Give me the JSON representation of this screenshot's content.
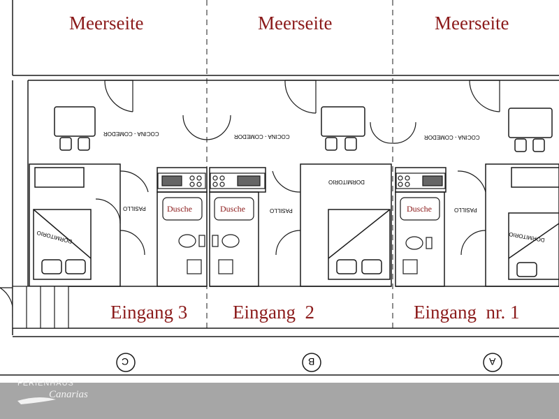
{
  "sea_labels": [
    "Meerseite",
    "Meerseite",
    "Meerseite"
  ],
  "entrances": [
    "Eingang 3",
    "Eingang  2",
    "Eingang  nr. 1"
  ],
  "shower_labels": [
    "Dusche",
    "Dusche",
    "Dusche"
  ],
  "room_labels": {
    "kitchen": "COCINA - COMEDOR",
    "hallway": "PASILLO",
    "bedroom": "DORMITORIO"
  },
  "grid_markers": [
    "C",
    "B",
    "A"
  ],
  "logo": {
    "line1": "FERIENHAUS",
    "line2": "Canarias"
  },
  "colors": {
    "label_red": "#8b1a1a",
    "line": "#1a1a1a",
    "footer": "#a6a6a6"
  }
}
